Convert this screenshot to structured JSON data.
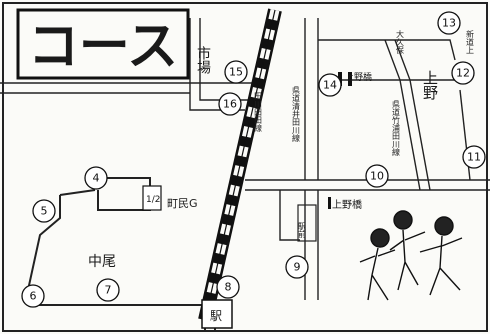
{
  "title": "コース",
  "place_labels": {
    "ichiba": "市場",
    "kamino": "上野",
    "nakao": "中尾",
    "shimin": "町民G",
    "ueno_bashi": "上野橋",
    "route_a": "田川田田線",
    "route_b": "県道清井田川線",
    "route_c": "県道竹浦田川線",
    "route_d": "上野橋",
    "okubo": "大久保",
    "niino": "新道上",
    "ekimae": "駅前",
    "eki": "駅",
    "half": "1/2"
  },
  "checkpoints": [
    {
      "n": "4"
    },
    {
      "n": "5"
    },
    {
      "n": "6"
    },
    {
      "n": "7"
    },
    {
      "n": "8"
    },
    {
      "n": "9"
    },
    {
      "n": "10"
    },
    {
      "n": "11"
    },
    {
      "n": "12"
    },
    {
      "n": "13"
    },
    {
      "n": "14"
    },
    {
      "n": "15"
    },
    {
      "n": "16"
    }
  ],
  "colors": {
    "ink": "#1a1a1a",
    "paper": "#fbfbf8"
  }
}
